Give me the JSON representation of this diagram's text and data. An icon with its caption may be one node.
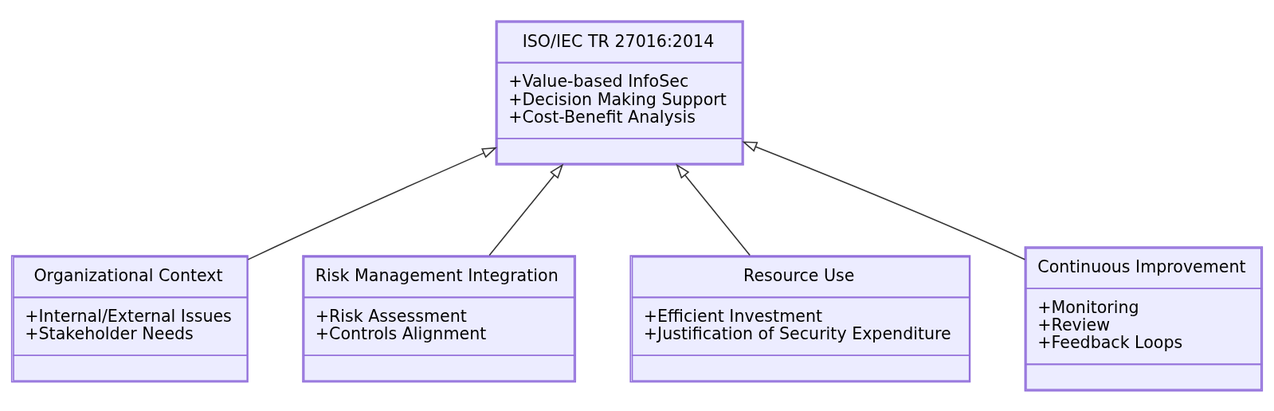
{
  "diagram": {
    "nodes": [
      {
        "text": [
          "ISO/IEC TR 27016:2014",
          "+Value-based InfoSec",
          "+Decision Making Support",
          "+Cost-Benefit Analysis"
        ]
      },
      {
        "text": [
          "Organizational Context",
          "+Internal/External Issues",
          "+Stakeholder Needs"
        ]
      },
      {
        "text": [
          "Risk Management Integration",
          "+Risk Assessment",
          "+Controls Alignment"
        ]
      },
      {
        "text": [
          "Resource Use",
          "+Efficient Investment",
          "+Justification of Security Expenditure"
        ]
      },
      {
        "text": [
          "Continuous Improvement",
          "+Monitoring",
          "+Review",
          "+Feedback Loops"
        ]
      }
    ],
    "edges": [
      {
        "from": 1,
        "to": 0,
        "arrow": "to"
      },
      {
        "from": 2,
        "to": 0,
        "arrow": "to"
      },
      {
        "from": 3,
        "to": 0,
        "arrow": "to"
      },
      {
        "from": 4,
        "to": 0,
        "arrow": "to"
      }
    ]
  }
}
